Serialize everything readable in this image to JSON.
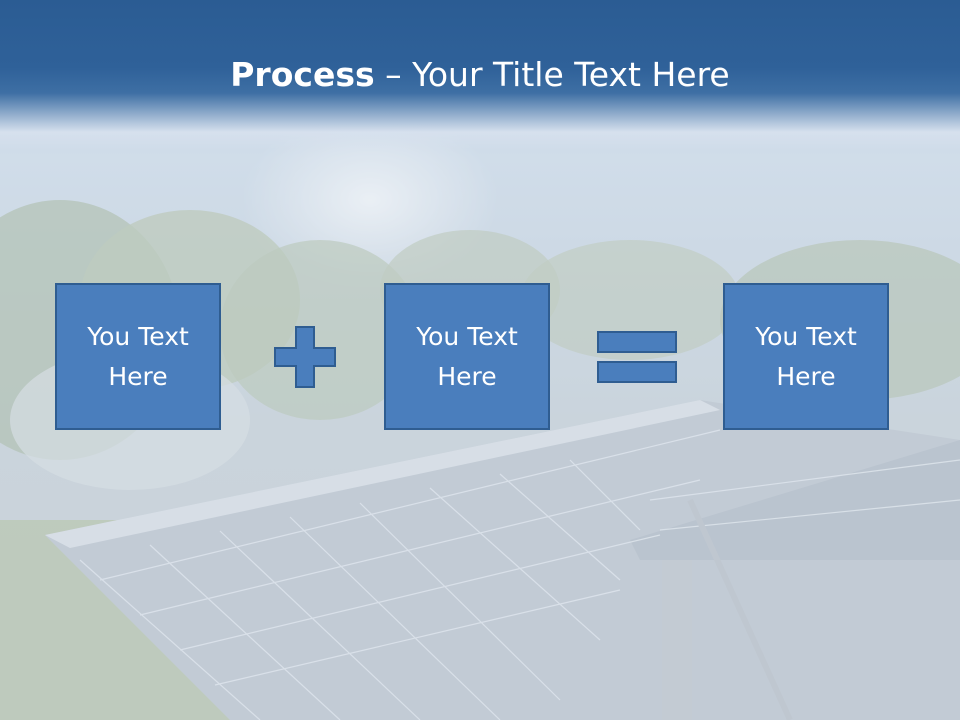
{
  "slide": {
    "title_bold": "Process",
    "title_rest": " – Your Title Text Here",
    "steps": [
      {
        "line1": "You Text",
        "line2": "Here"
      },
      {
        "line1": "You Text",
        "line2": "Here"
      },
      {
        "line1": "You Text",
        "line2": "Here"
      }
    ],
    "operators": [
      "plus-icon",
      "equals-icon"
    ]
  },
  "colors": {
    "header": "#2f6199",
    "box_fill": "#4a7ebd",
    "box_border": "#2f5d91",
    "text": "#ffffff"
  }
}
